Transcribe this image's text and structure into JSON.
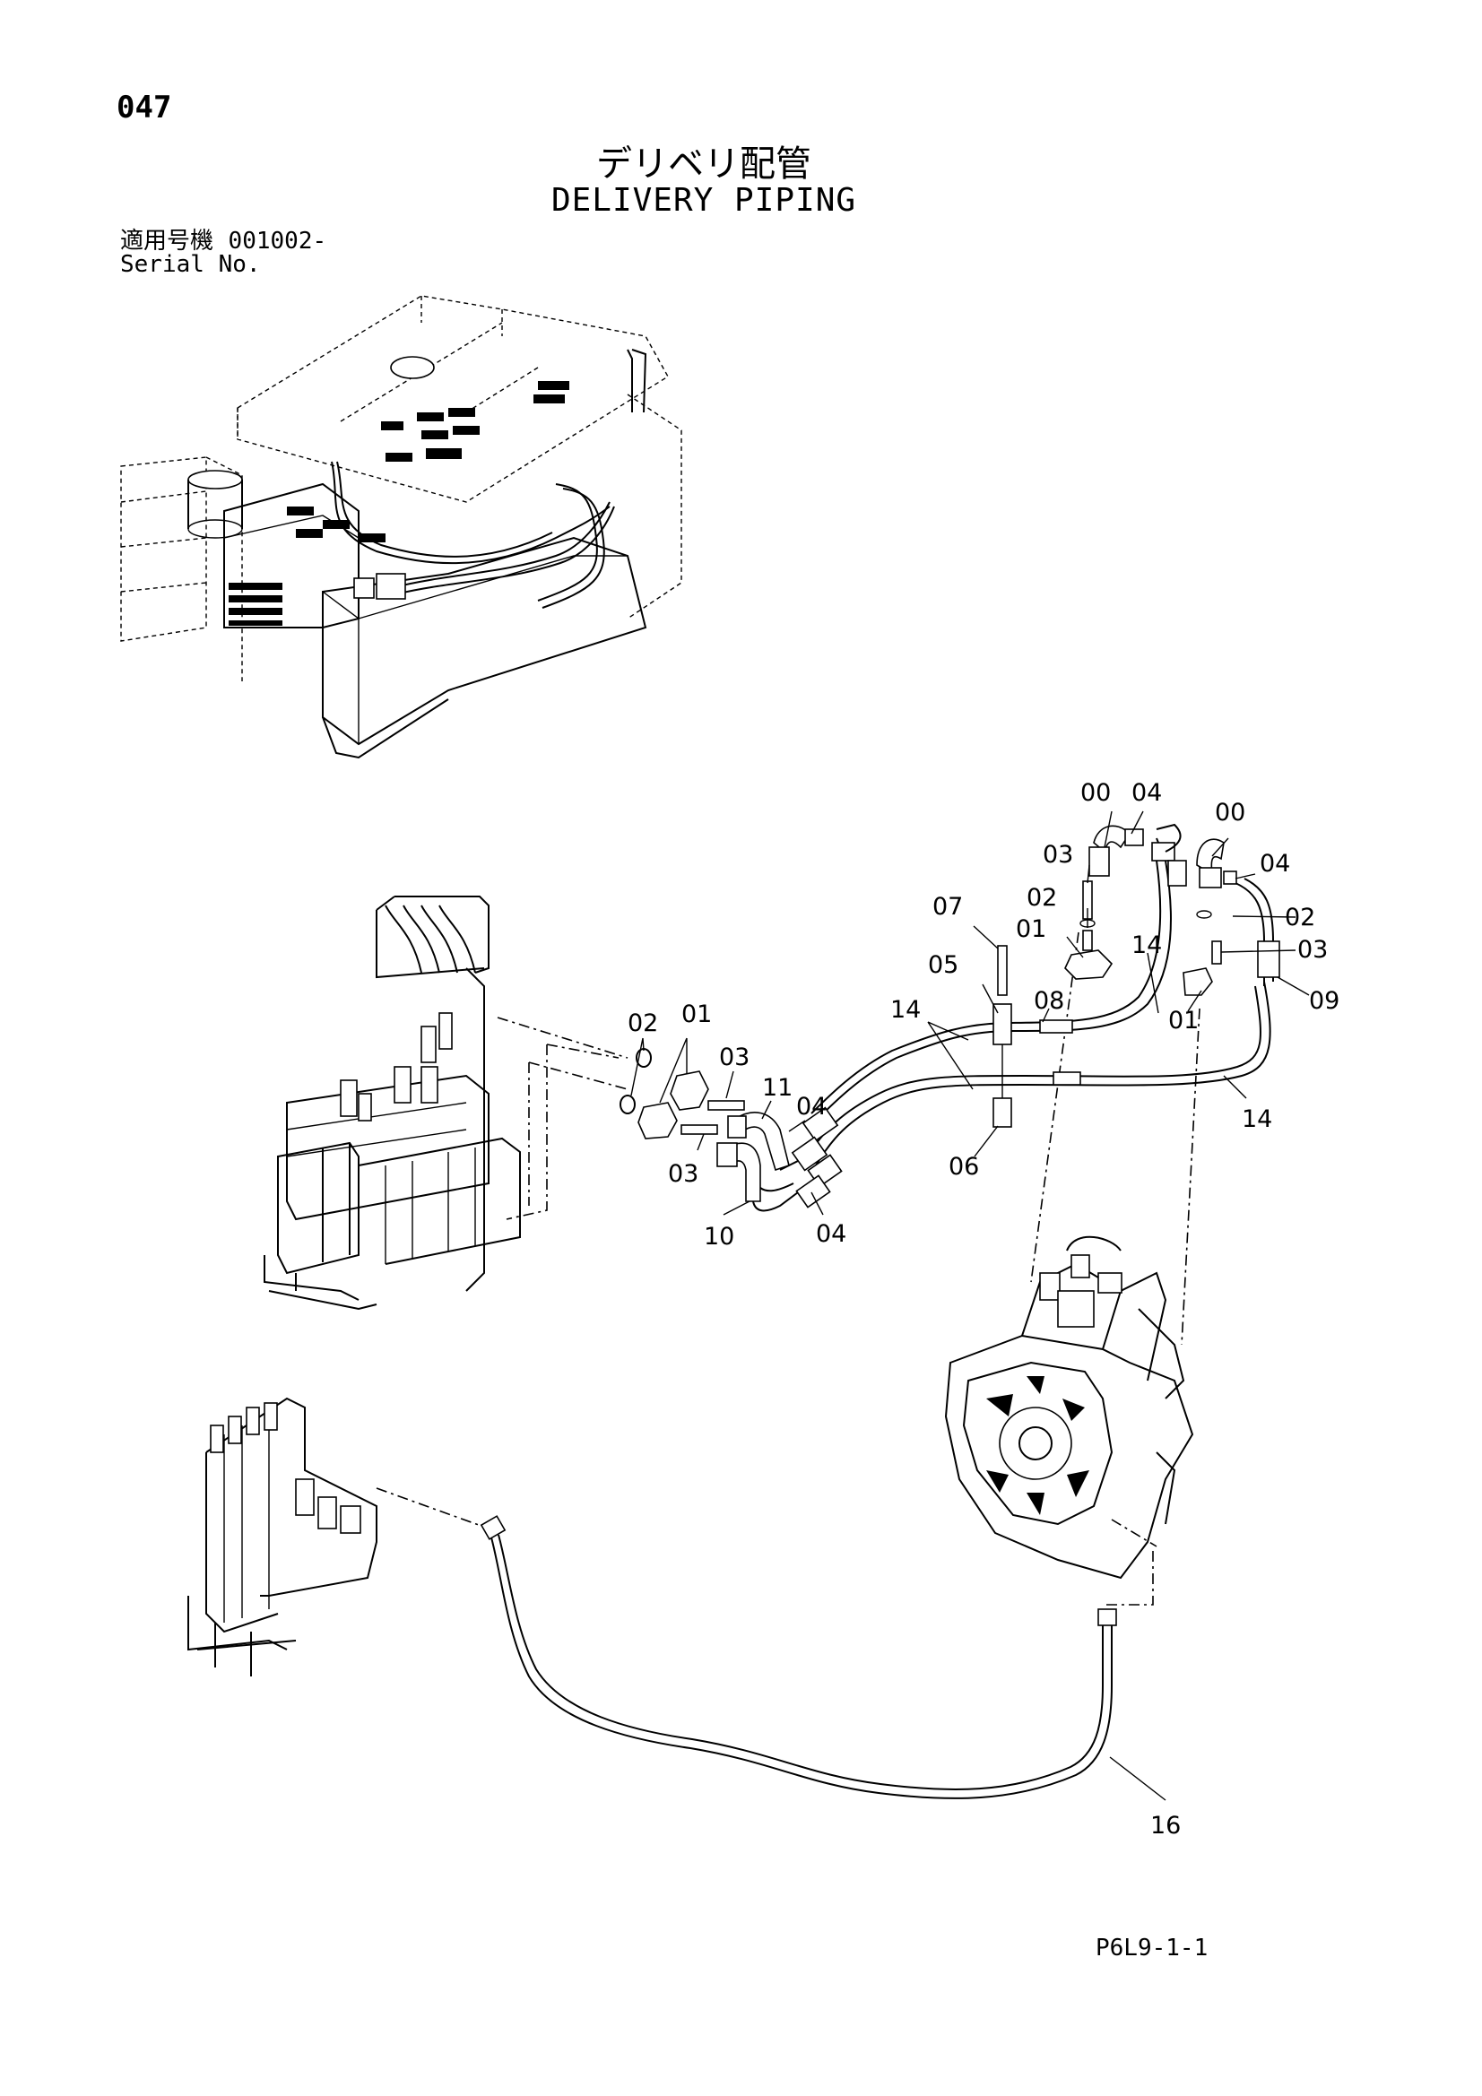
{
  "page_number": "047",
  "title_jp": "デリベリ配管",
  "title_en": "DELIVERY PIPING",
  "serial": {
    "label_jp": "適用号機",
    "value": "001002-",
    "label_en": "Serial No."
  },
  "drawing_code": "P6L9-1-1",
  "callouts": [
    {
      "id": "c00a",
      "text": "00"
    },
    {
      "id": "c04a",
      "text": "04"
    },
    {
      "id": "c00b",
      "text": "00"
    },
    {
      "id": "c03a",
      "text": "03"
    },
    {
      "id": "c04b",
      "text": "04"
    },
    {
      "id": "c02a",
      "text": "02"
    },
    {
      "id": "c07",
      "text": "07"
    },
    {
      "id": "c02b",
      "text": "02"
    },
    {
      "id": "c01a",
      "text": "01"
    },
    {
      "id": "c03b",
      "text": "03"
    },
    {
      "id": "c14a",
      "text": "14"
    },
    {
      "id": "c05",
      "text": "05"
    },
    {
      "id": "c09",
      "text": "09"
    },
    {
      "id": "c08",
      "text": "08"
    },
    {
      "id": "c14b",
      "text": "14"
    },
    {
      "id": "c01b",
      "text": "01"
    },
    {
      "id": "c02c",
      "text": "02"
    },
    {
      "id": "c01c",
      "text": "01"
    },
    {
      "id": "c03c",
      "text": "03"
    },
    {
      "id": "c11",
      "text": "11"
    },
    {
      "id": "c04c",
      "text": "04"
    },
    {
      "id": "c14c",
      "text": "14"
    },
    {
      "id": "c03d",
      "text": "03"
    },
    {
      "id": "c06",
      "text": "06"
    },
    {
      "id": "c10",
      "text": "10"
    },
    {
      "id": "c04d",
      "text": "04"
    },
    {
      "id": "c16",
      "text": "16"
    }
  ]
}
